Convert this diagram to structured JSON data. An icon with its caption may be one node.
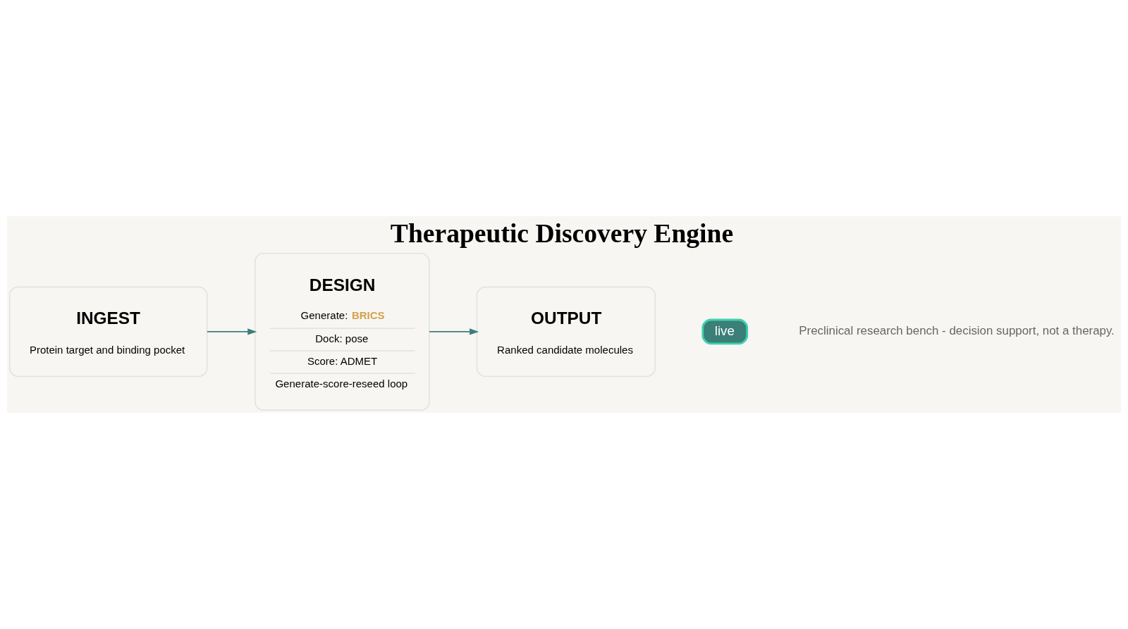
{
  "diagram": {
    "title": "Therapeutic Discovery Engine",
    "caption": "Preclinical research bench - decision support, not a therapy.",
    "nodes": [
      {
        "text": [
          "INGEST",
          "Protein target and binding pocket"
        ]
      },
      {
        "text": [
          "DESIGN",
          "Generate: **BRICS**",
          "Dock: pose",
          "Score: ADMET",
          "Generate-score-reseed loop"
        ]
      },
      {
        "text": [
          "OUTPUT",
          "Ranked candidate molecules"
        ]
      },
      {
        "text": [
          "live"
        ]
      }
    ],
    "edges": [
      {
        "from": 0,
        "to": 1,
        "arrow": "to"
      },
      {
        "from": 1,
        "to": 2,
        "arrow": "to"
      }
    ]
  }
}
